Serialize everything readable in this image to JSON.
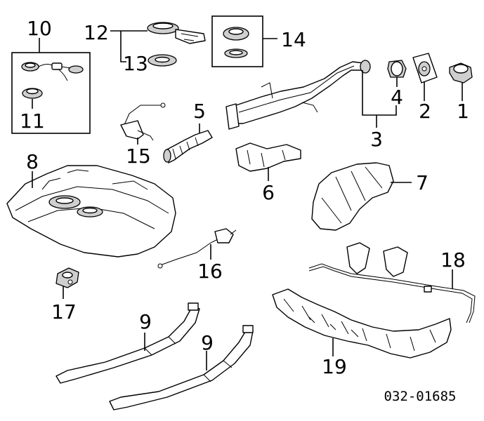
{
  "callouts": {
    "c1": "1",
    "c2": "2",
    "c3": "3",
    "c4": "4",
    "c5": "5",
    "c6": "6",
    "c7": "7",
    "c8": "8",
    "c9a": "9",
    "c9b": "9",
    "c10": "10",
    "c11": "11",
    "c12": "12",
    "c13": "13",
    "c14": "14",
    "c15": "15",
    "c16": "16",
    "c17": "17",
    "c18": "18",
    "c19": "19"
  },
  "diagram_code": "032-01685"
}
